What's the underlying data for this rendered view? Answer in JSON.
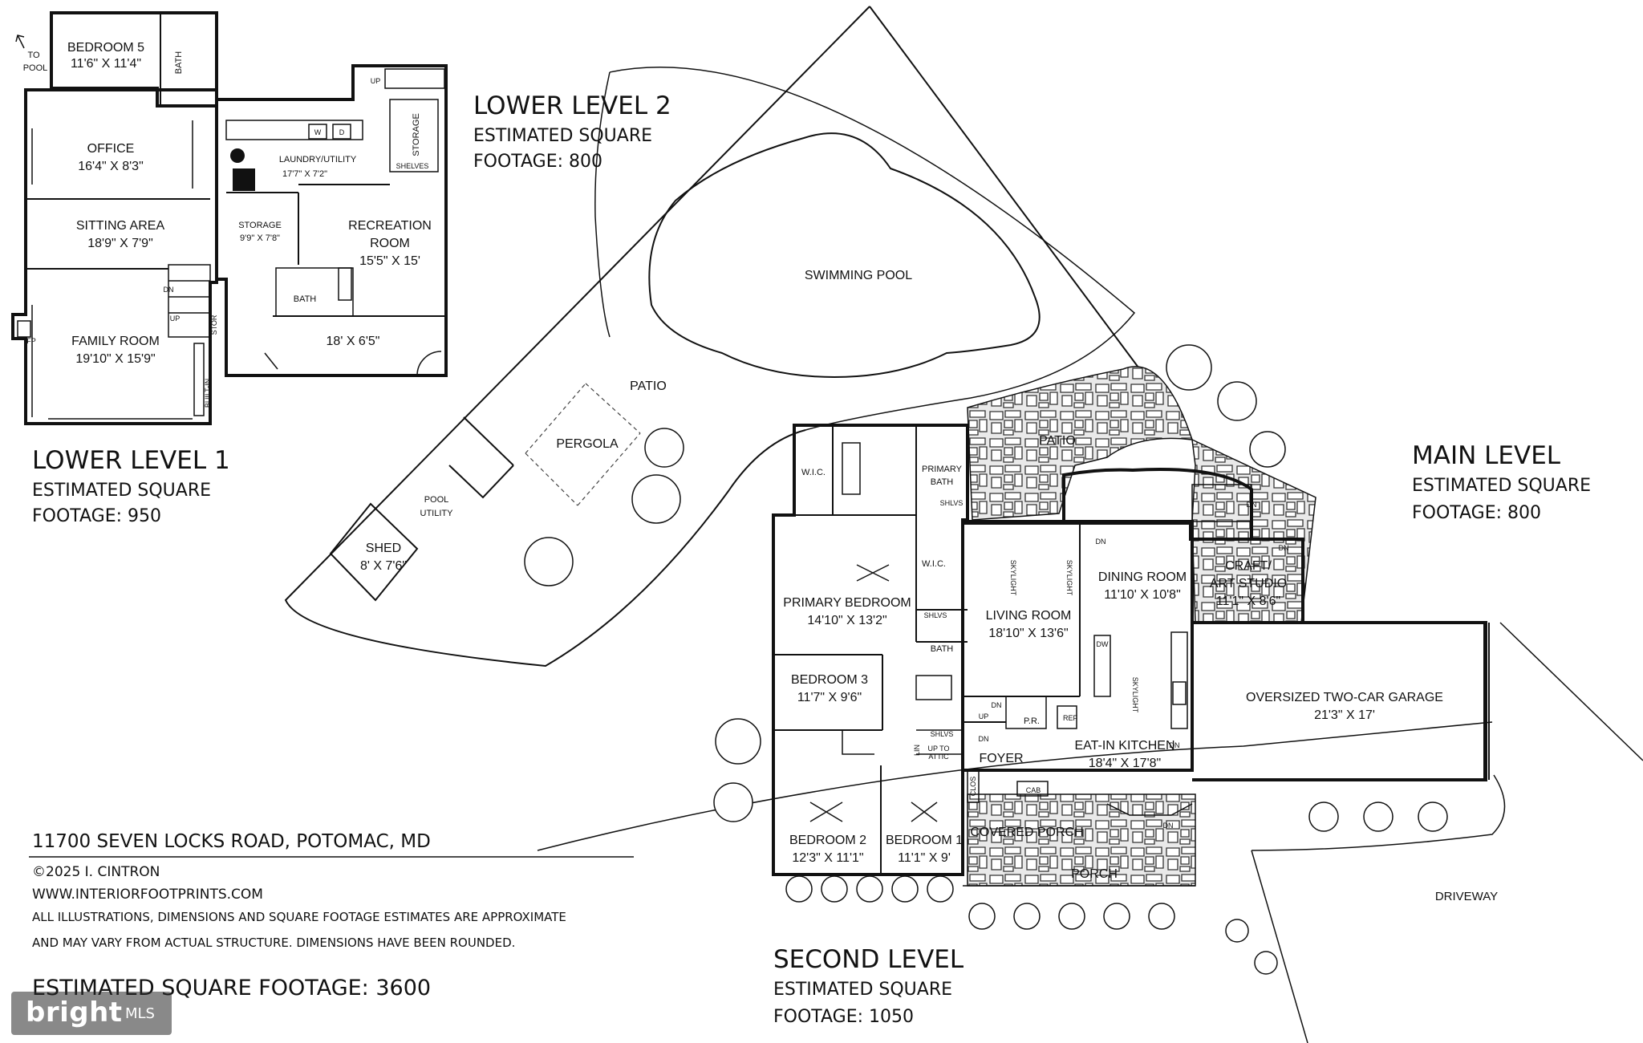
{
  "lower_level_1": {
    "heading": "LOWER LEVEL 1",
    "sqft_line1": "ESTIMATED SQUARE",
    "sqft_line2": "FOOTAGE: 950",
    "rooms": {
      "bedroom5": "BEDROOM 5",
      "bedroom5_dim": "11'6\" X 11'4\"",
      "bath": "BATH",
      "to_pool_1": "TO",
      "to_pool_2": "POOL",
      "office": "OFFICE",
      "office_dim": "16'4\" X 8'3\"",
      "sitting": "SITTING AREA",
      "sitting_dim": "18'9\" X 7'9\"",
      "family": "FAMILY ROOM",
      "family_dim": "19'10\" X 15'9\"",
      "fp": "FP",
      "dn": "DN",
      "up": "UP",
      "stor": "STOR",
      "built_in": "BUILT-IN"
    }
  },
  "lower_level_2": {
    "heading": "LOWER LEVEL 2",
    "sqft_line1": "ESTIMATED SQUARE",
    "sqft_line2": "FOOTAGE: 800",
    "rooms": {
      "up": "UP",
      "w": "W",
      "d": "D",
      "storage_v": "STORAGE",
      "shelves": "SHELVES",
      "laundry": "LAUNDRY/UTILITY",
      "laundry_dim": "17'7\" X 7'2\"",
      "storage": "STORAGE",
      "storage_dim": "9'9\" X 7'8\"",
      "recreation_1": "RECREATION",
      "recreation_2": "ROOM",
      "recreation_dim": "15'5\" X 15'",
      "bath": "BATH",
      "extra_dim": "18' X 6'5\""
    }
  },
  "site": {
    "pool": "SWIMMING POOL",
    "patio": "PATIO",
    "pergola": "PERGOLA",
    "pool_utility_1": "POOL",
    "pool_utility_2": "UTILITY",
    "shed": "SHED",
    "shed_dim": "8' X 7'6\"",
    "driveway": "DRIVEWAY"
  },
  "main_level": {
    "heading": "MAIN LEVEL",
    "sqft_line1": "ESTIMATED SQUARE",
    "sqft_line2": "FOOTAGE: 800",
    "rooms": {
      "patio": "PATIO",
      "dn": "DN",
      "living": "LIVING ROOM",
      "living_dim": "18'10\" X 13'6\"",
      "skylight": "SKYLIGHT",
      "dining": "DINING ROOM",
      "dining_dim": "11'10' X 10'8\"",
      "craft_1": "CRAFT/",
      "craft_2": "ART STUDIO",
      "craft_dim": "11'1\" X 8'6\"",
      "garage": "OVERSIZED TWO-CAR GARAGE",
      "garage_dim": "21'3\" X 17'",
      "dw": "DW",
      "pr": "P.R.",
      "ref": "REF",
      "up": "UP",
      "foyer": "FOYER",
      "kitchen": "EAT-IN KITCHEN",
      "kitchen_dim": "18'4\" X 17'8\"",
      "clos": "CLOS",
      "cab": "CAB",
      "covered_porch": "COVERED PORCH",
      "porch": "PORCH"
    }
  },
  "second_level": {
    "heading": "SECOND LEVEL",
    "sqft_line1": "ESTIMATED SQUARE",
    "sqft_line2": "FOOTAGE: 1050",
    "rooms": {
      "wic": "W.I.C.",
      "primary_bath_1": "PRIMARY",
      "primary_bath_2": "BATH",
      "shlvs": "SHLVS",
      "primary": "PRIMARY BEDROOM",
      "primary_dim": "14'10\" X 13'2\"",
      "bath": "BATH",
      "bedroom3": "BEDROOM 3",
      "bedroom3_dim": "11'7\" X 9'6\"",
      "lin": "LIN",
      "up_attic_1": "UP TO",
      "up_attic_2": "ATTIC",
      "dn": "DN",
      "bedroom2": "BEDROOM 2",
      "bedroom2_dim": "12'3\" X 11'1\"",
      "bedroom1": "BEDROOM 1",
      "bedroom1_dim": "11'1\" X 9'"
    }
  },
  "info": {
    "address": "11700 SEVEN LOCKS ROAD, POTOMAC, MD",
    "copyright": "©2025 I. CINTRON",
    "website": "WWW.INTERIORFOOTPRINTS.COM",
    "disclaimer_1": "ALL ILLUSTRATIONS, DIMENSIONS AND SQUARE FOOTAGE ESTIMATES ARE APPROXIMATE",
    "disclaimer_2": "AND MAY VARY FROM ACTUAL STRUCTURE. DIMENSIONS HAVE BEEN ROUNDED.",
    "total": "ESTIMATED SQUARE FOOTAGE: 3600"
  },
  "watermark": {
    "brand": "bright",
    "suffix": "MLS"
  }
}
